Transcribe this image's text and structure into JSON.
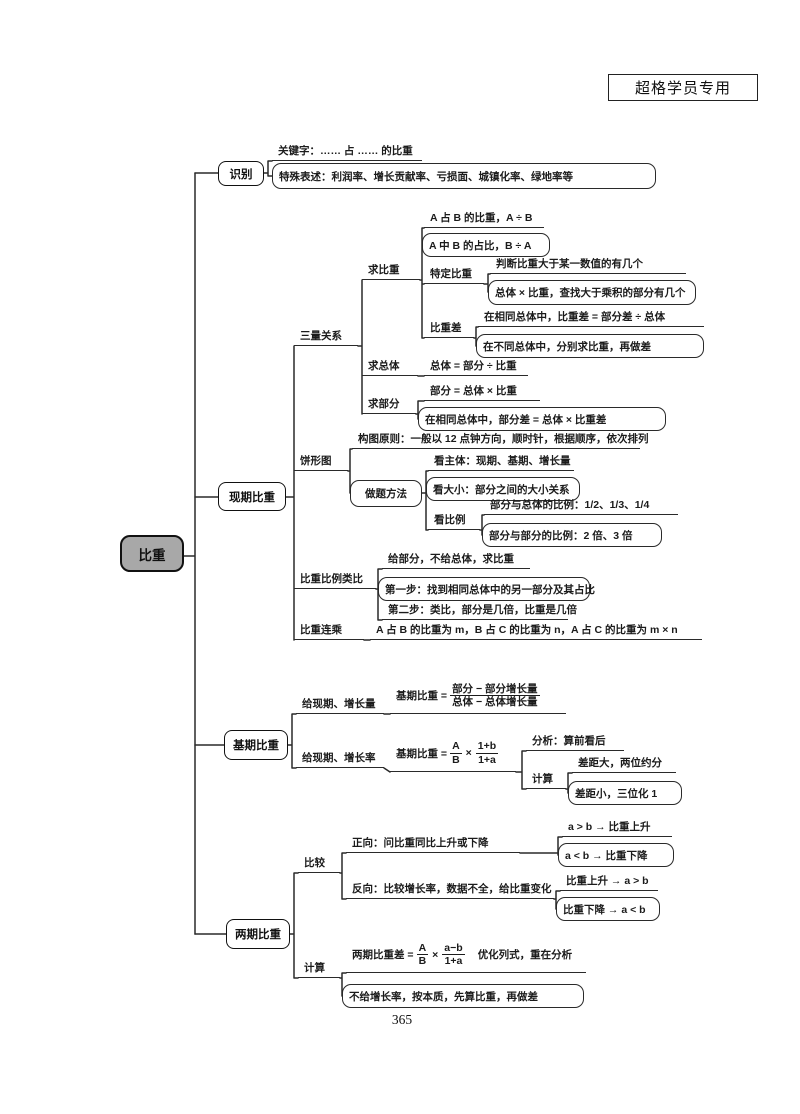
{
  "header": {
    "badge": "超格学员专用"
  },
  "page_number": "365",
  "colors": {
    "line": "#2a2a2a",
    "root_bg": "#a8a8a8"
  },
  "root": "比重",
  "nodes": {
    "shibie": "识别",
    "xianqi": "现期比重",
    "jiqi": "基期比重",
    "liangqi": "两期比重"
  },
  "shibie": {
    "keyword": "关键字：…… 占 …… 的比重",
    "special": "特殊表述：利润率、增长贡献率、亏损面、城镇化率、绿地率等"
  },
  "xianqi": {
    "sanliang": "三量关系",
    "qiu_bizhong": "求比重",
    "a_zhan_b": "A 占 B 的比重，A ÷ B",
    "a_zhong_b": "A 中 B 的占比，B ÷ A",
    "teding": "特定比重",
    "panduan": "判断比重大于某一数值的有几个",
    "zongti_x": "总体 × 比重，查找大于乘积的部分有几个",
    "bizhongcha": "比重差",
    "xiangtong": "在相同总体中，比重差 = 部分差 ÷ 总体",
    "butong": "在不同总体中，分别求比重，再做差",
    "qiu_zongti": "求总体",
    "zongti_eq": "总体 = 部分 ÷ 比重",
    "qiu_bufen": "求部分",
    "bufen_eq": "部分 = 总体 × 比重",
    "bufencha": "在相同总体中，部分差 = 总体 × 比重差",
    "bingxing": "饼形图",
    "goutu": "构图原则：一般以 12 点钟方向，顺时针，根据顺序，依次排列",
    "zuoti": "做题方法",
    "kzhuti": "看主体：现期、基期、增长量",
    "kdaxiao": "看大小：部分之间的大小关系",
    "kbili": "看比例",
    "bili1": "部分与总体的比例：1/2、1/3、1/4",
    "bili2": "部分与部分的比例：2 倍、3 倍",
    "bilei": "比重比例类比",
    "geibufen": "给部分，不给总体，求比重",
    "step1": "第一步：找到相同总体中的另一部分及其占比",
    "step2": "第二步：类比，部分是几倍，比重是几倍",
    "liancheng": "比重连乘",
    "liancheng_eq": "A 占 B 的比重为 m，B 占 C 的比重为 n，A 占 C 的比重为 m × n"
  },
  "jiqi": {
    "gei_liang": "给现期、增长量",
    "f1_prefix": "基期比重 =",
    "f1_num": "部分 − 部分增长量",
    "f1_den": "总体 − 总体增长量",
    "gei_lv": "给现期、增长率",
    "f2_prefix": "基期比重 =",
    "f2_num1": "A",
    "f2_den1": "B",
    "f2_times": "×",
    "f2_num2": "1+b",
    "f2_den2": "1+a",
    "fenxi": "分析：算前看后",
    "jisuan": "计算",
    "da": "差距大，两位约分",
    "xiao": "差距小，三位化 1"
  },
  "liangqi": {
    "bijiao": "比较",
    "zhengxiang": "正向：问比重同比上升或下降",
    "agtb": "a > b → 比重上升",
    "altb": "a < b → 比重下降",
    "fanxiang": "反向：比较增长率，数据不全，给比重变化",
    "up": "比重上升 → a > b",
    "down": "比重下降 → a < b",
    "jisuan": "计算",
    "f3_prefix": "两期比重差 =",
    "f3_num1": "A",
    "f3_den1": "B",
    "f3_times": "×",
    "f3_num2": "a−b",
    "f3_den2": "1+a",
    "f3_note": "优化列式，重在分析",
    "bugei": "不给增长率，按本质，先算比重，再做差"
  }
}
